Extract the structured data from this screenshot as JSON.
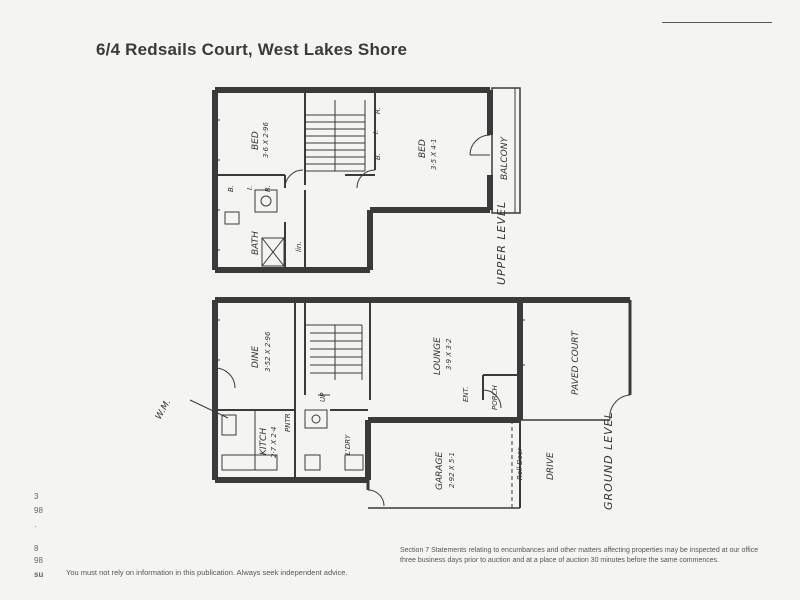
{
  "title": "6/4 Redsails Court, West Lakes Shore",
  "rooms": {
    "bed1": {
      "name": "BED",
      "dims": "3·6 X 2·96"
    },
    "bed2": {
      "name": "BED",
      "dims": "3·5 X 4·1"
    },
    "balcony": {
      "name": "BALCONY"
    },
    "bath": {
      "name": "BATH"
    },
    "lin": {
      "name": "lin."
    },
    "upper_level": {
      "name": "UPPER LEVEL"
    },
    "dine": {
      "name": "DINE",
      "dims": "3·52 X 2·96"
    },
    "lounge": {
      "name": "LOUNGE",
      "dims": "3·9 X 3·2"
    },
    "paved_court": {
      "name": "PAVED COURT"
    },
    "ent": {
      "name": "ENT."
    },
    "porch": {
      "name": "PORCH"
    },
    "kitch": {
      "name": "KITCH",
      "dims": "2·7 X 2·4"
    },
    "pntr": {
      "name": "PNTR"
    },
    "ldry": {
      "name": "L'DRY"
    },
    "garage": {
      "name": "GARAGE",
      "dims": "2·92 X 5·1"
    },
    "roll_door": {
      "name": "Roll Door"
    },
    "drive": {
      "name": "DRIVE"
    },
    "ground_level": {
      "name": "GROUND LEVEL"
    },
    "up": {
      "name": "UP"
    },
    "wm": {
      "name": "W.M."
    }
  },
  "robe_marks": {
    "b": "B.",
    "i": "I.",
    "r": "R."
  },
  "footer": {
    "disclaimer": "You must not rely on information in this publication. Always seek independent advice.",
    "section7": "Section 7 Statements relating to encumbances and other matters affecting properties may be inspected at our office three business days prior to auction and at a place of auction 30 minutes before the same commences."
  },
  "margin_marks": [
    "3",
    "98",
    "·",
    "8",
    "98",
    "su"
  ]
}
